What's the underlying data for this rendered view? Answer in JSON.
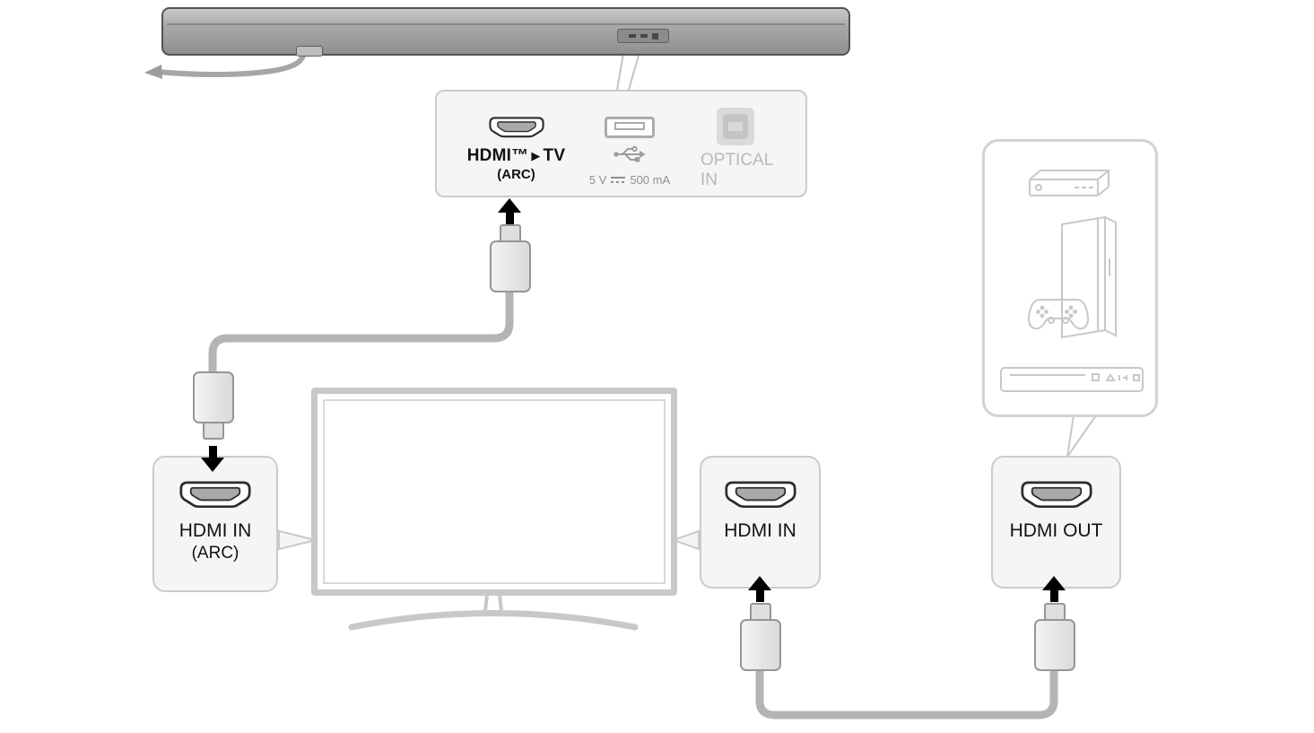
{
  "colors": {
    "panel_fill": "#f5f5f5",
    "panel_border": "#cbcbcb",
    "cable": "#b4b4b4",
    "soundbar": "#a8a8a8",
    "arrow": "#000000",
    "muted_text": "#b9b9b9",
    "device_line": "#c8c8c8",
    "label_text": "#121212"
  },
  "soundbar_ports": {
    "hdmi": {
      "brand": "HDMI™",
      "pointer_icon": "▶",
      "target": "TV",
      "sub": "(ARC)"
    },
    "usb": {
      "volts": "5 V",
      "rating": "500 mA"
    },
    "optical": {
      "line1": "OPTICAL",
      "line2": "IN"
    }
  },
  "callouts": {
    "tv_arc": {
      "label": "HDMI IN",
      "sub": "(ARC)"
    },
    "tv_in": {
      "label": "HDMI IN"
    },
    "device_out": {
      "label": "HDMI OUT"
    }
  }
}
